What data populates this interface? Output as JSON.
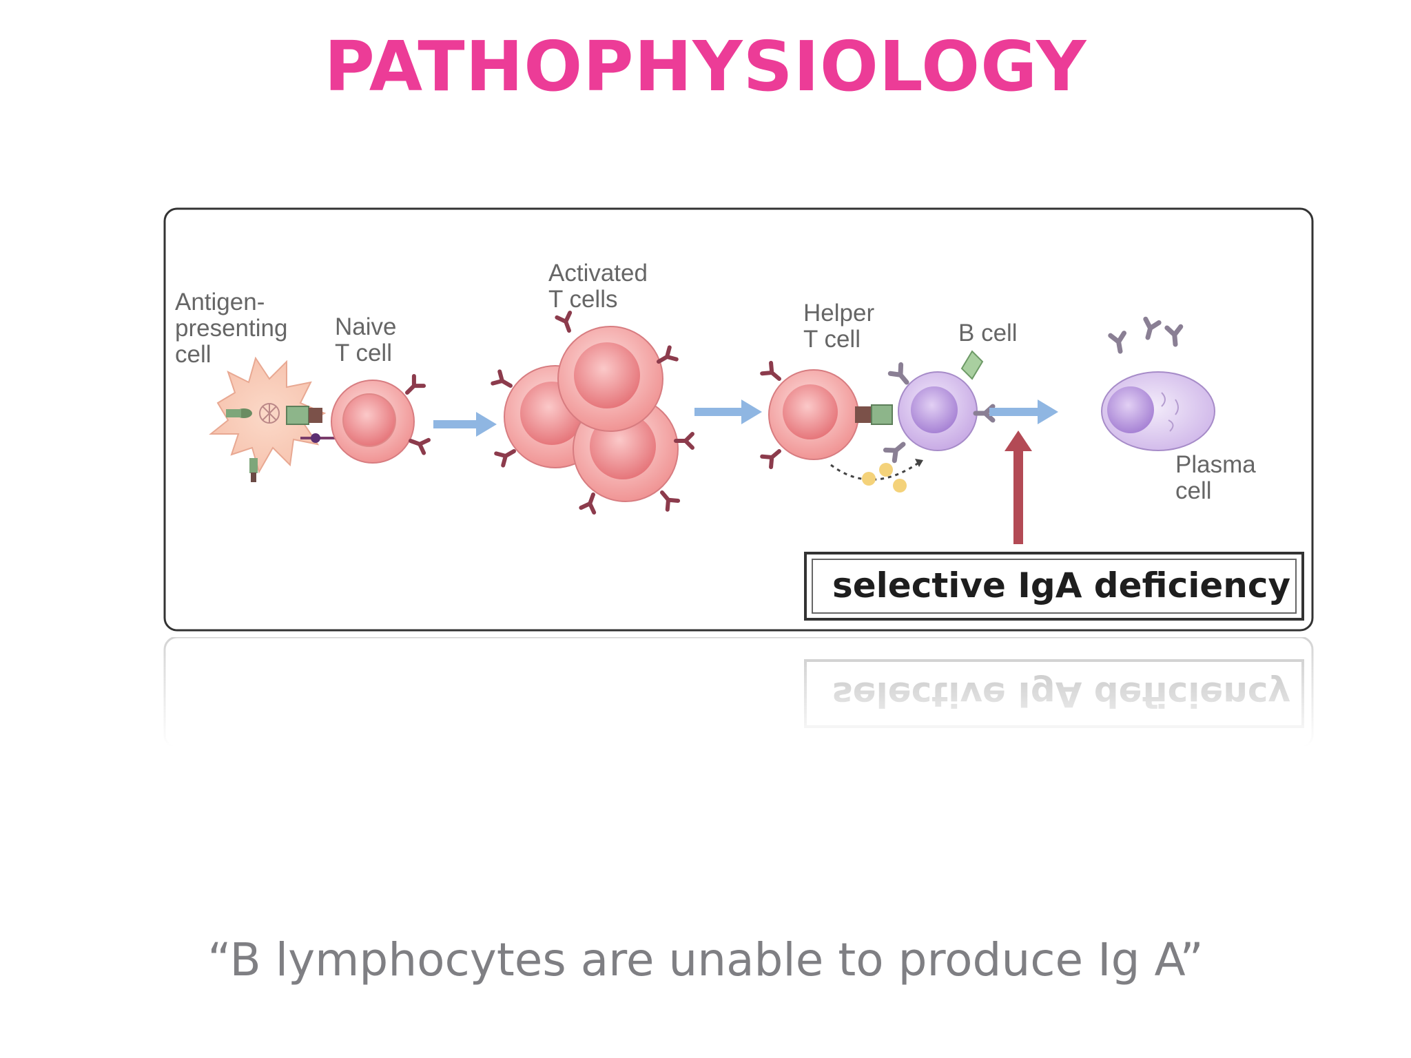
{
  "slide": {
    "title": "PATHOPHYSIOLOGY",
    "caption": "“B lymphocytes are unable to produce Ig A”"
  },
  "diagram": {
    "labels": {
      "apc_line1": "Antigen-",
      "apc_line2": "presenting",
      "apc_line3": "cell",
      "naive_line1": "Naive",
      "naive_line2": "T cell",
      "activated_line1": "Activated",
      "activated_line2": "T cells",
      "helper_line1": "Helper",
      "helper_line2": "T cell",
      "bcell": "B cell",
      "plasma_line1": "Plasma",
      "plasma_line2": "cell"
    },
    "deficiency_box": "selective IgA deficiency"
  },
  "colors": {
    "title": "#ec3c97",
    "t_cell": "#f08b8b",
    "b_cell": "#c9a9e6",
    "flow_arrow": "#8fb6e2",
    "block_arrow": "#b34a55"
  }
}
